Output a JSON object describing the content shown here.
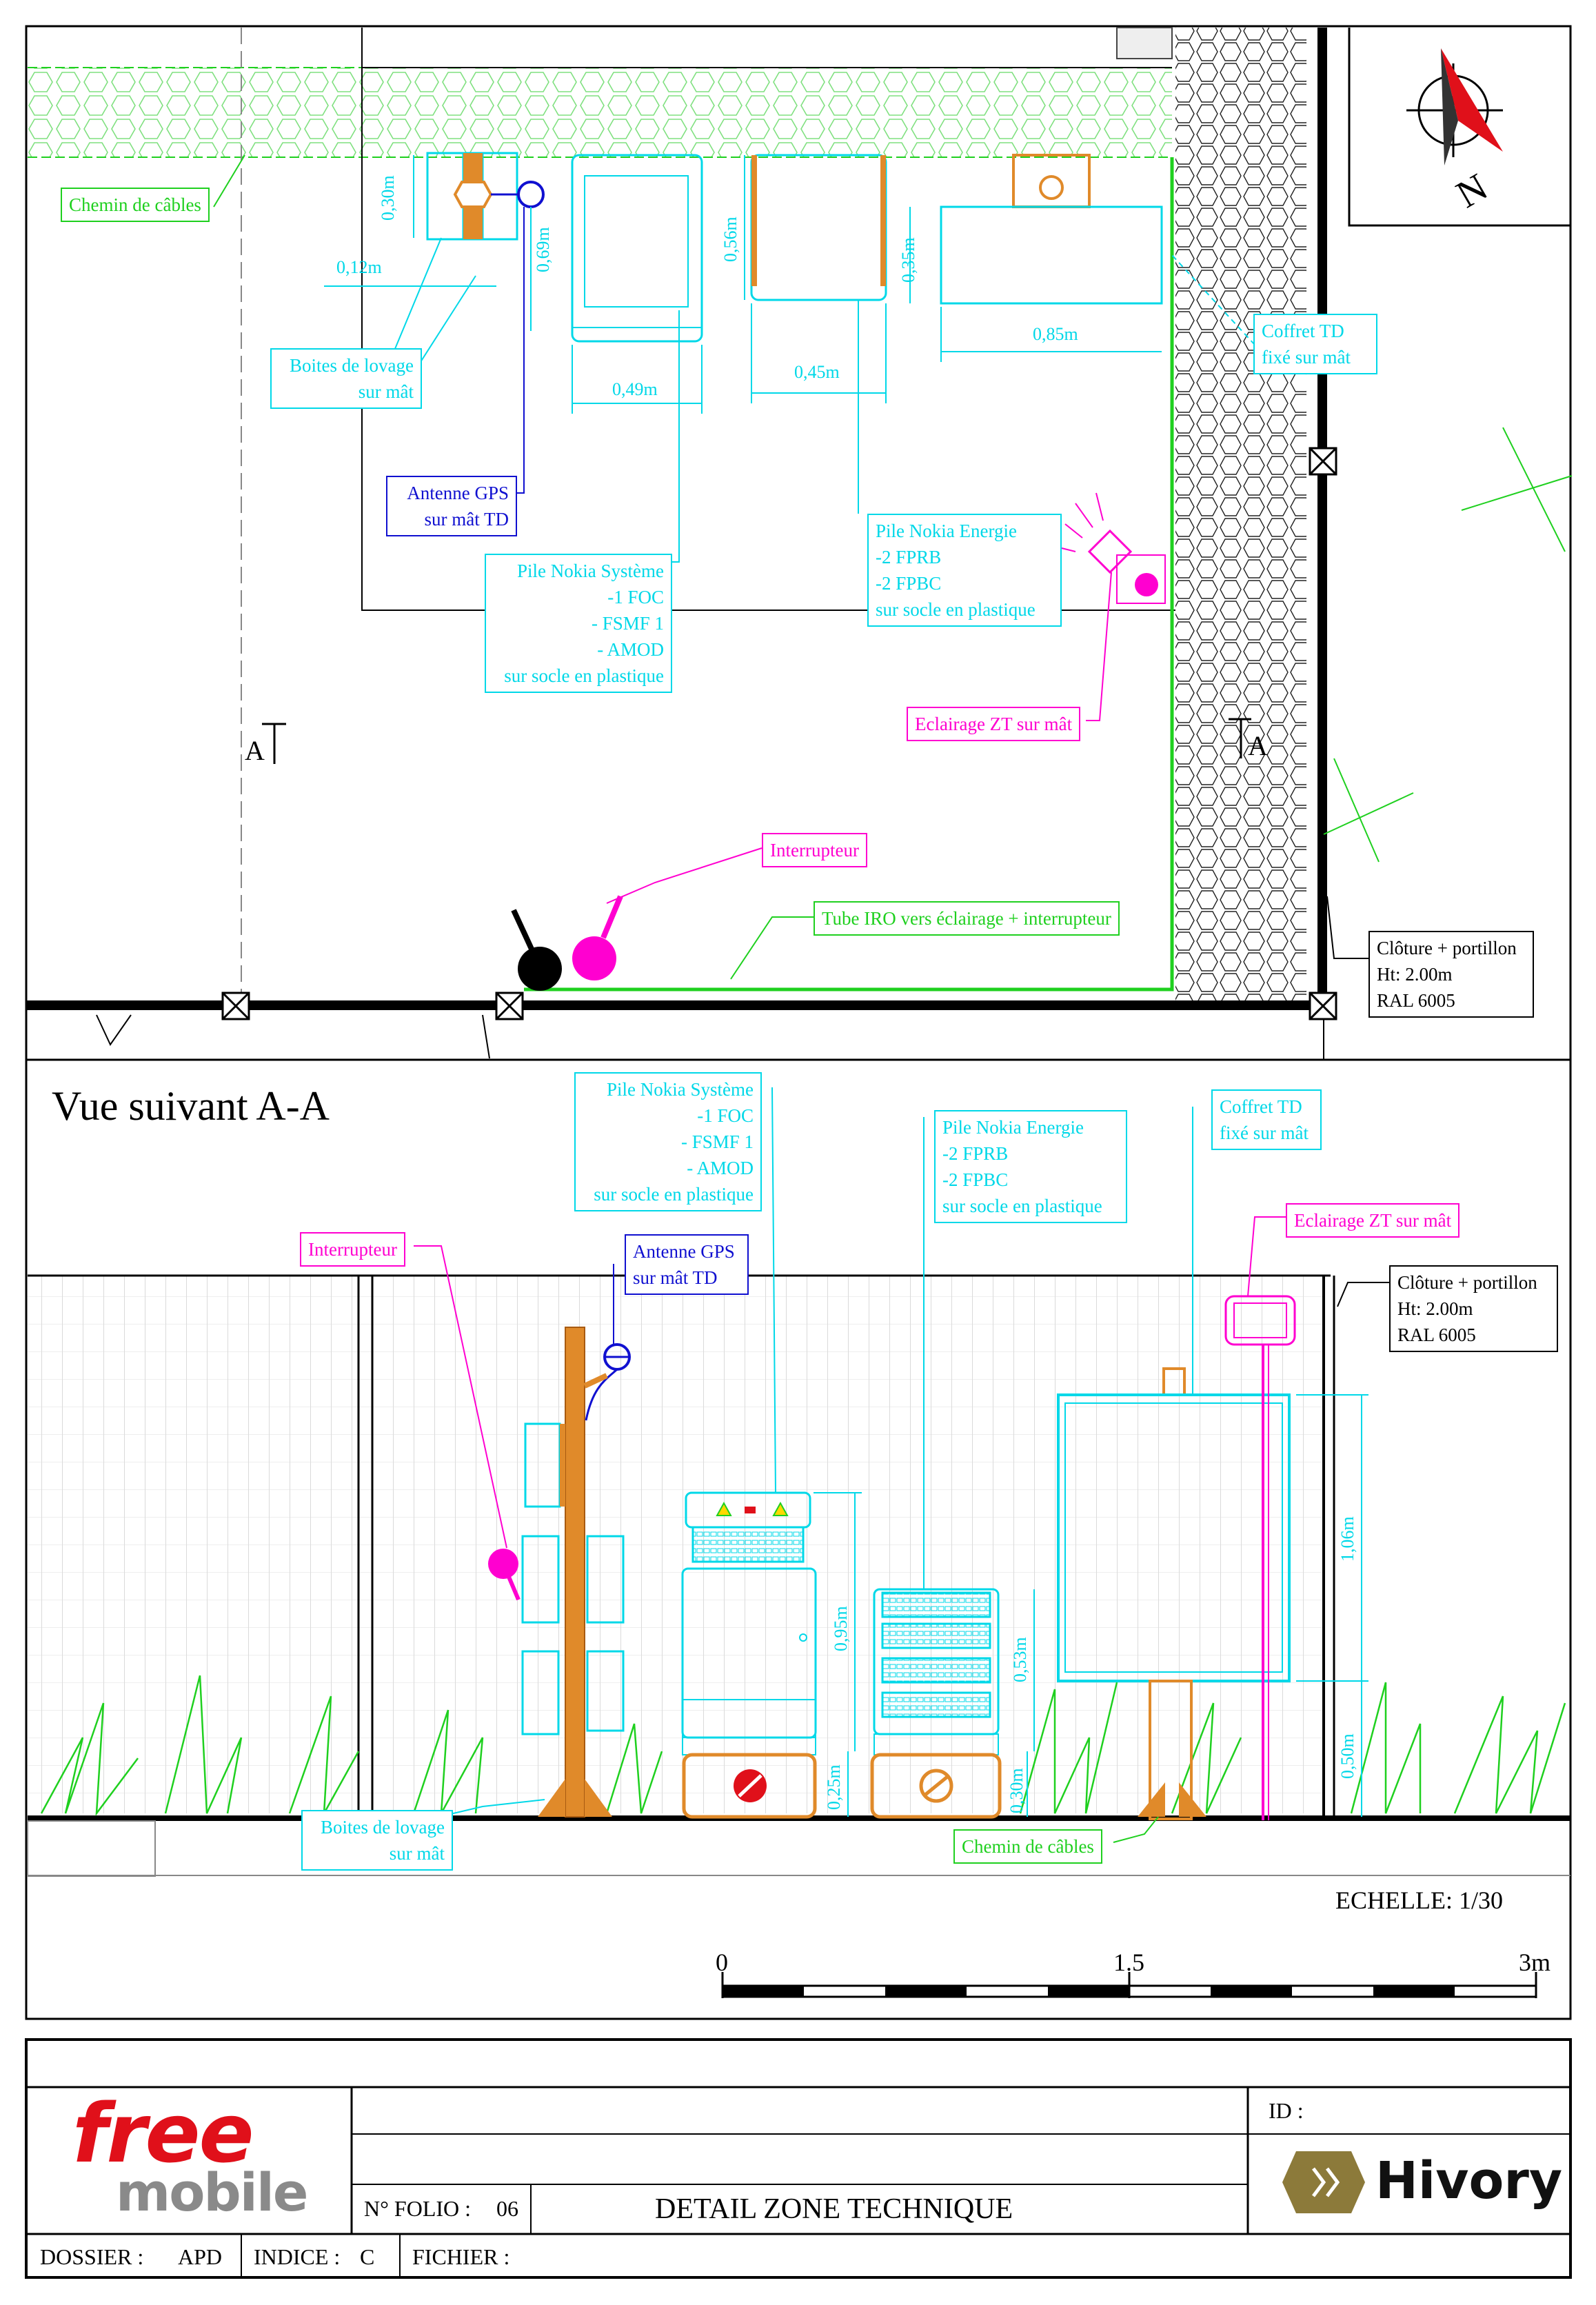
{
  "plan": {
    "chemin_cables": "Chemin de câbles",
    "boites_lovage": "Boites de lovage\nsur mât",
    "antenne_gps": "Antenne GPS\nsur mât TD",
    "pile_systeme": "Pile Nokia Système\n-1 FOC\n- FSMF 1\n- AMOD\nsur socle en plastique",
    "pile_energie": "Pile Nokia Energie\n-2 FPRB\n-2 FPBC\nsur socle en plastique",
    "coffret_td": "Coffret TD\nfixé sur mât",
    "eclairage": "Eclairage ZT sur mât",
    "interrupteur": "Interrupteur",
    "tube_iro": "Tube IRO vers éclairage + interrupteur",
    "cloture": "Clôture + portillon\nHt: 2.00m\nRAL 6005",
    "section_mark": "A",
    "dims": {
      "d030": "0,30m",
      "d012": "0,12m",
      "d069": "0,69m",
      "d056": "0,56m",
      "d035": "0,35m",
      "d049": "0,49m",
      "d045": "0,45m",
      "d085": "0,85m"
    },
    "north": "N"
  },
  "elevation": {
    "title": "Vue suivant A-A",
    "pile_systeme": "Pile Nokia Système\n-1 FOC\n- FSMF 1\n- AMOD\nsur socle en plastique",
    "pile_energie": "Pile Nokia Energie\n-2 FPRB\n-2 FPBC\nsur socle en plastique",
    "coffret_td": "Coffret TD\nfixé sur mât",
    "eclairage": "Eclairage ZT sur mât",
    "interrupteur": "Interrupteur",
    "antenne_gps": "Antenne GPS\nsur mât TD",
    "cloture": "Clôture + portillon\nHt: 2.00m\nRAL 6005",
    "boites_lovage": "Boites de lovage\nsur mât",
    "chemin_cables": "Chemin de câbles",
    "dims": {
      "d095": "0,95m",
      "d025": "0,25m",
      "d053": "0,53m",
      "d030": "0,30m",
      "d106": "1,06m",
      "d050": "0,50m"
    }
  },
  "scale": {
    "label": "ECHELLE: 1/30",
    "tick0": "0",
    "tick1": "1.5",
    "tick2": "3m"
  },
  "title_block": {
    "logo_free": "free",
    "logo_mobile": "mobile",
    "id_label": "ID :",
    "folio_label": "N° FOLIO :",
    "folio_value": "06",
    "title": "DETAIL ZONE TECHNIQUE",
    "dossier_label": "DOSSIER :",
    "dossier_value": "APD",
    "indice_label": "INDICE :",
    "indice_value": "C",
    "fichier_label": "FICHIER :",
    "hivory": "Hivory"
  },
  "colors": {
    "green": "#1fd01f",
    "cyan": "#00d8e8",
    "magenta": "#ff00d0",
    "blue": "#1010d0",
    "orange": "#e08a2a",
    "red": "#e0101a",
    "gold": "#8c7a3a"
  }
}
